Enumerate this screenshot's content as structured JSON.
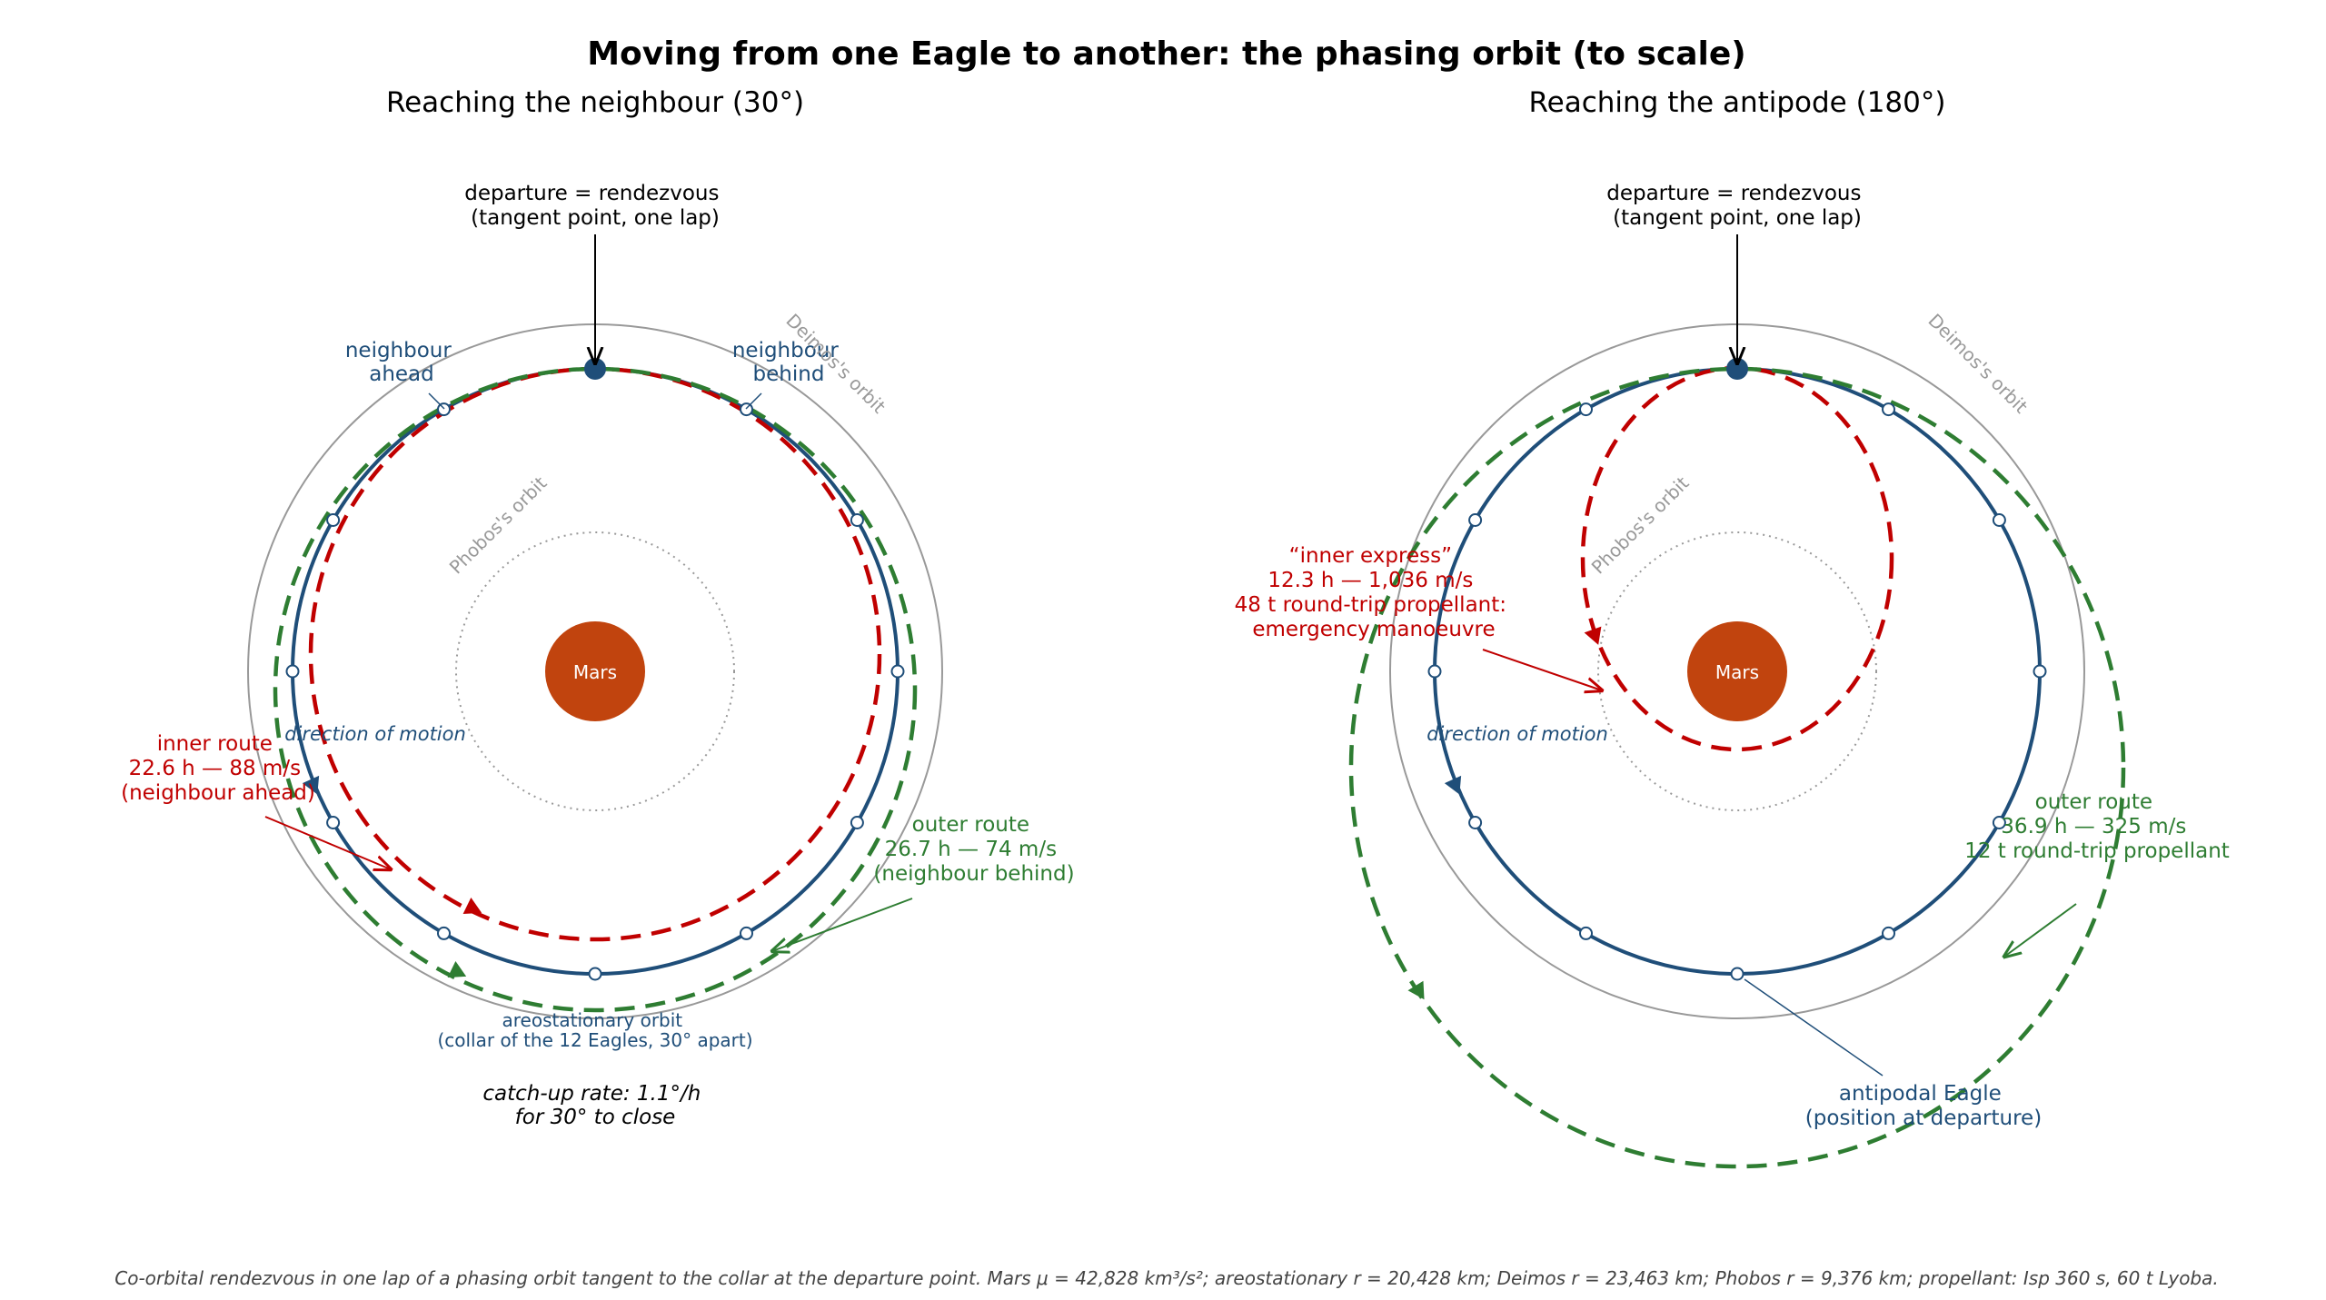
{
  "title": "Moving from one Eagle to another: the phasing orbit (to scale)",
  "panels": [
    {
      "subtitle": "Reaching the neighbour (30°)",
      "departure_label": [
        "departure = rendezvous",
        "(tangent point, one lap)"
      ],
      "deimos_label": "Deimos's orbit",
      "phobos_label": "Phobos's orbit",
      "mars_label": "Mars",
      "direction_label": "direction of motion",
      "neighbour_ahead": [
        "neighbour",
        "ahead"
      ],
      "neighbour_behind": [
        "neighbour",
        "behind"
      ],
      "inner_route": [
        "inner route",
        "22.6 h — 88 m/s",
        "(neighbour ahead)"
      ],
      "outer_route": [
        "outer route",
        "26.7 h — 74 m/s",
        "(neighbour behind)"
      ],
      "collar_label": [
        "areostationary orbit",
        "(collar of the 12 Eagles, 30° apart)"
      ],
      "catchup": [
        "catch-up rate: 1.1°/h",
        "for 30° to close"
      ]
    },
    {
      "subtitle": "Reaching the antipode (180°)",
      "departure_label": [
        "departure = rendezvous",
        "(tangent point, one lap)"
      ],
      "deimos_label": "Deimos's orbit",
      "phobos_label": "Phobos's orbit",
      "mars_label": "Mars",
      "direction_label": "direction of motion",
      "inner_express": [
        "“inner express”",
        "12.3 h — 1,036 m/s",
        "48 t round-trip propellant:",
        "emergency manoeuvre"
      ],
      "outer_route": [
        "outer route",
        "36.9 h — 325 m/s",
        "12 t round-trip propellant"
      ],
      "antipodal": [
        "antipodal Eagle",
        "(position at departure)"
      ]
    }
  ],
  "footnote": "Co-orbital rendezvous in one lap of a phasing orbit tangent to the collar at the departure point. Mars μ = 42,828 km³/s²; areostationary r = 20,428 km; Deimos r = 23,463 km; Phobos r = 9,376 km; propellant: Isp 360 s, 60 t Lyoba.",
  "colors": {
    "collar": "#1f4e79",
    "inner": "#c00000",
    "outer": "#2e7d32",
    "mars": "#c1440e",
    "deimos": "#999999",
    "phobos": "#999999"
  },
  "chart_data": {
    "type": "diagram",
    "eagles_count": 12,
    "eagle_spacing_deg": 30,
    "radii_km": {
      "areostationary": 20428,
      "deimos": 23463,
      "phobos": 9376
    },
    "routes": [
      {
        "panel": 1,
        "name": "inner route",
        "hours": 22.6,
        "dv_ms": 88
      },
      {
        "panel": 1,
        "name": "outer route",
        "hours": 26.7,
        "dv_ms": 74
      },
      {
        "panel": 2,
        "name": "inner express",
        "hours": 12.3,
        "dv_ms": 1036,
        "propellant_t": 48
      },
      {
        "panel": 2,
        "name": "outer route",
        "hours": 36.9,
        "dv_ms": 325,
        "propellant_t": 12
      }
    ]
  }
}
